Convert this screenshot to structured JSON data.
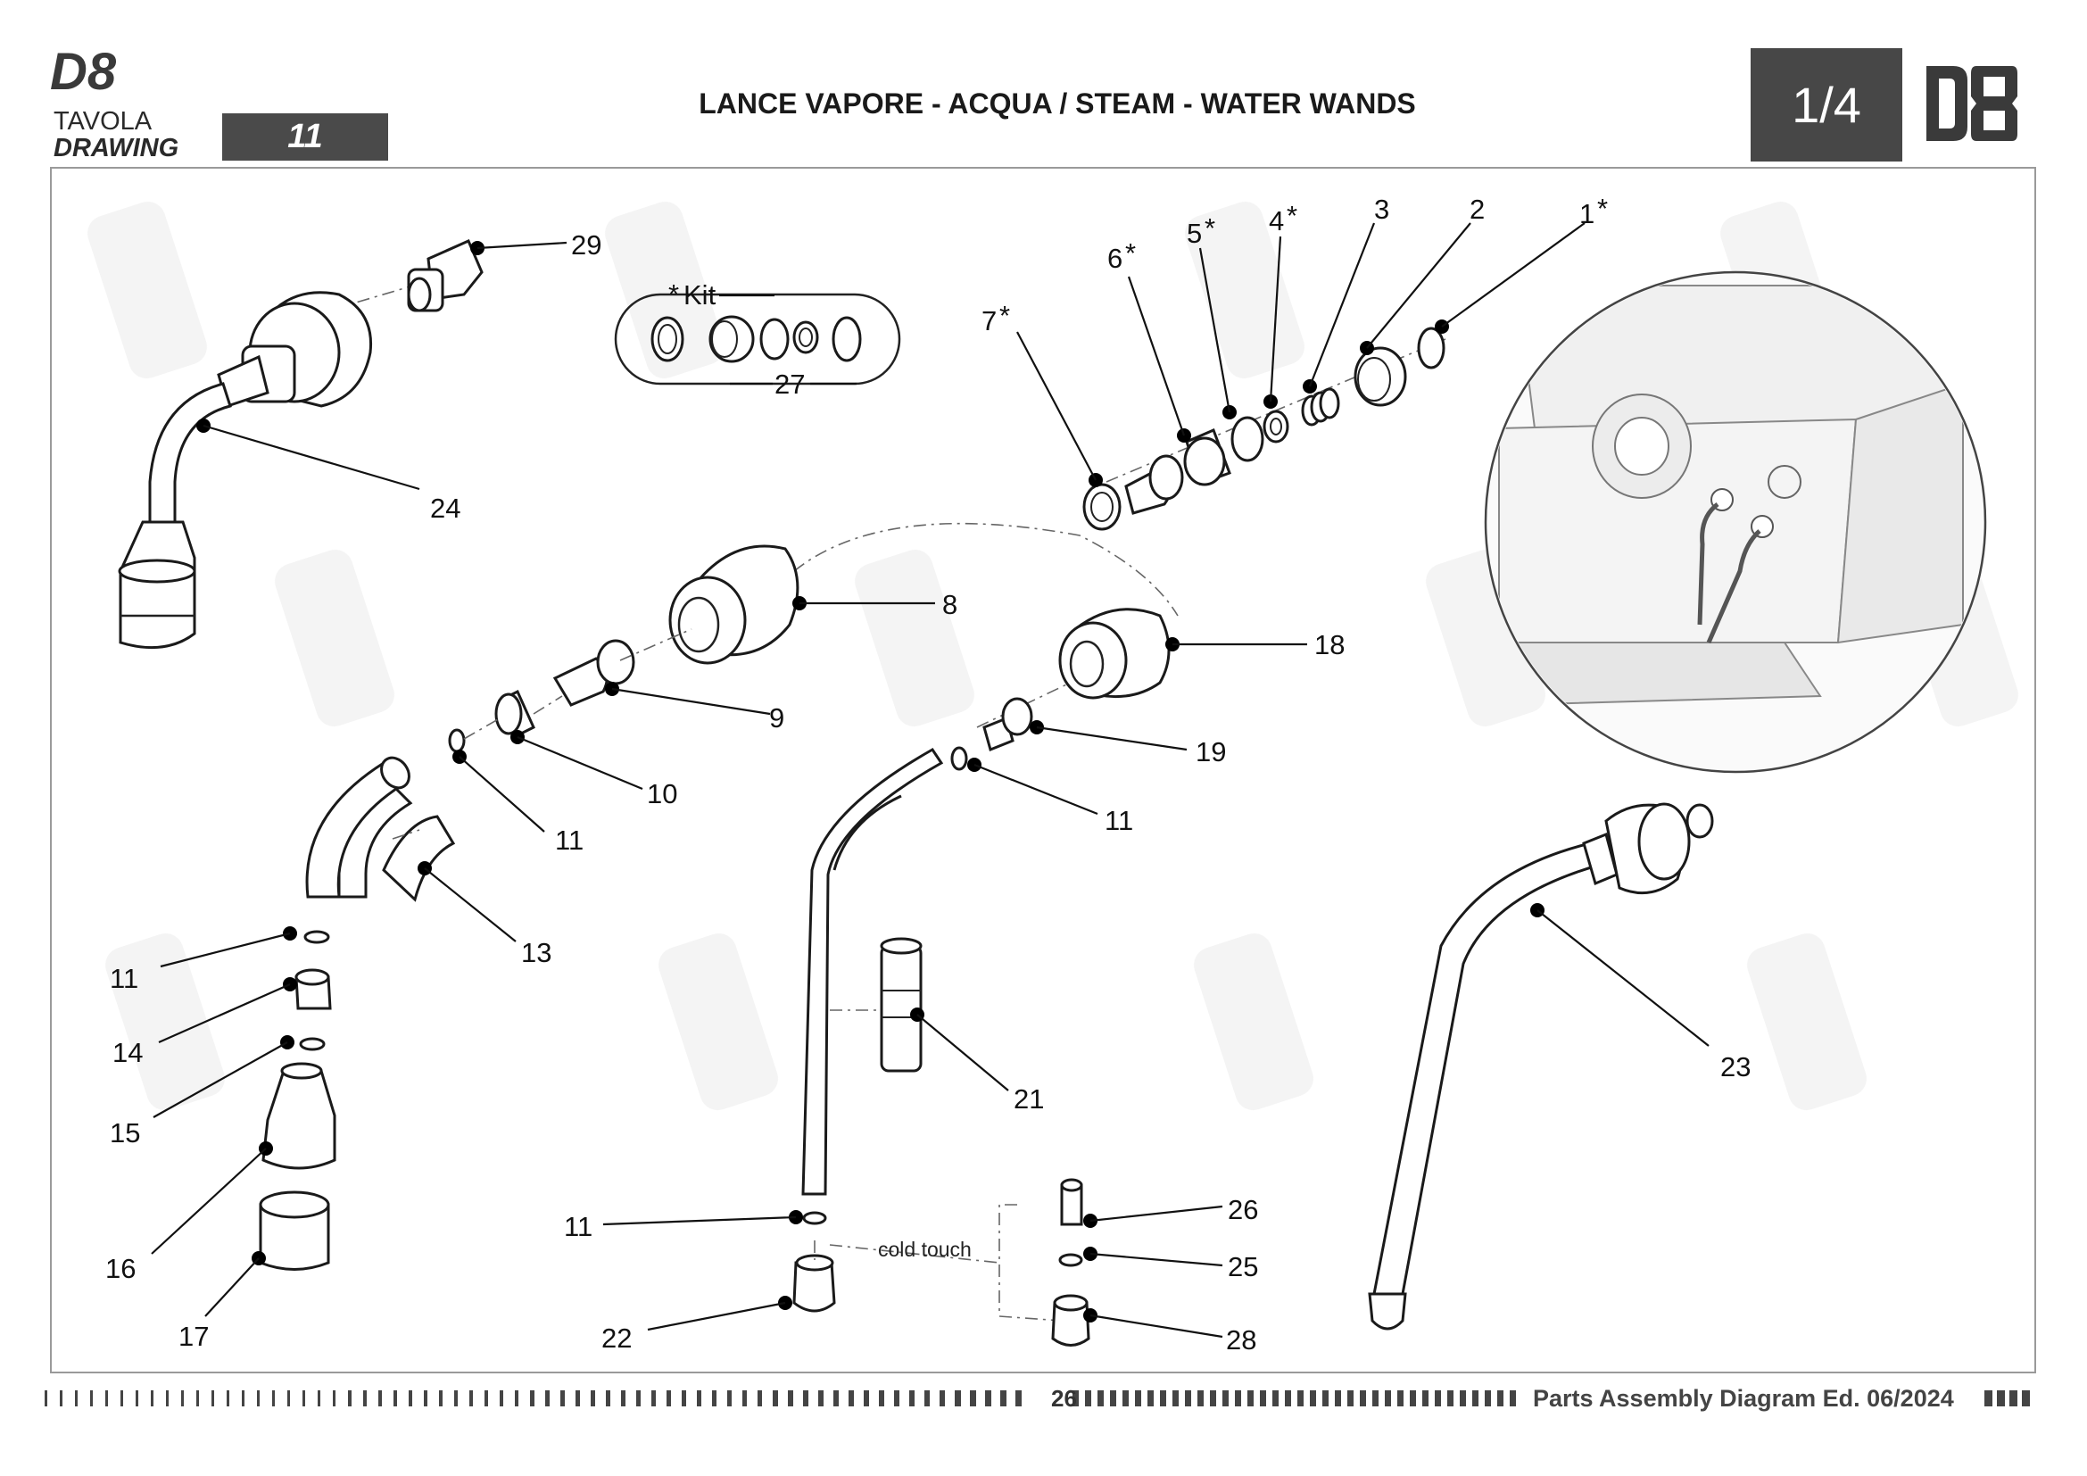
{
  "header": {
    "model": "D8",
    "tavola_label": "TAVOLA",
    "drawing_label": "DRAWING",
    "drawing_number": "11",
    "title": "LANCE VAPORE - ACQUA / STEAM - WATER WANDS",
    "page_fraction": "1/4",
    "logo_text": "D8"
  },
  "kit": {
    "label": "Kit",
    "marker": "*",
    "number": "27"
  },
  "callouts": {
    "c1": "1",
    "c2": "2",
    "c3": "3",
    "c4": "4",
    "c5": "5",
    "c6": "6",
    "c7": "7",
    "c8": "8",
    "c9": "9",
    "c10": "10",
    "c11a": "11",
    "c11b": "11",
    "c11c": "11",
    "c11d": "11",
    "c13": "13",
    "c14": "14",
    "c15": "15",
    "c16": "16",
    "c17": "17",
    "c18": "18",
    "c19": "19",
    "c21": "21",
    "c22": "22",
    "c23": "23",
    "c24": "24",
    "c25": "25",
    "c26": "26",
    "c28": "28",
    "c29": "29",
    "star": "*"
  },
  "annotations": {
    "cold_touch": "cold touch"
  },
  "footer": {
    "page_number": "26",
    "edition": "Parts Assembly Diagram Ed. 06/2024"
  }
}
